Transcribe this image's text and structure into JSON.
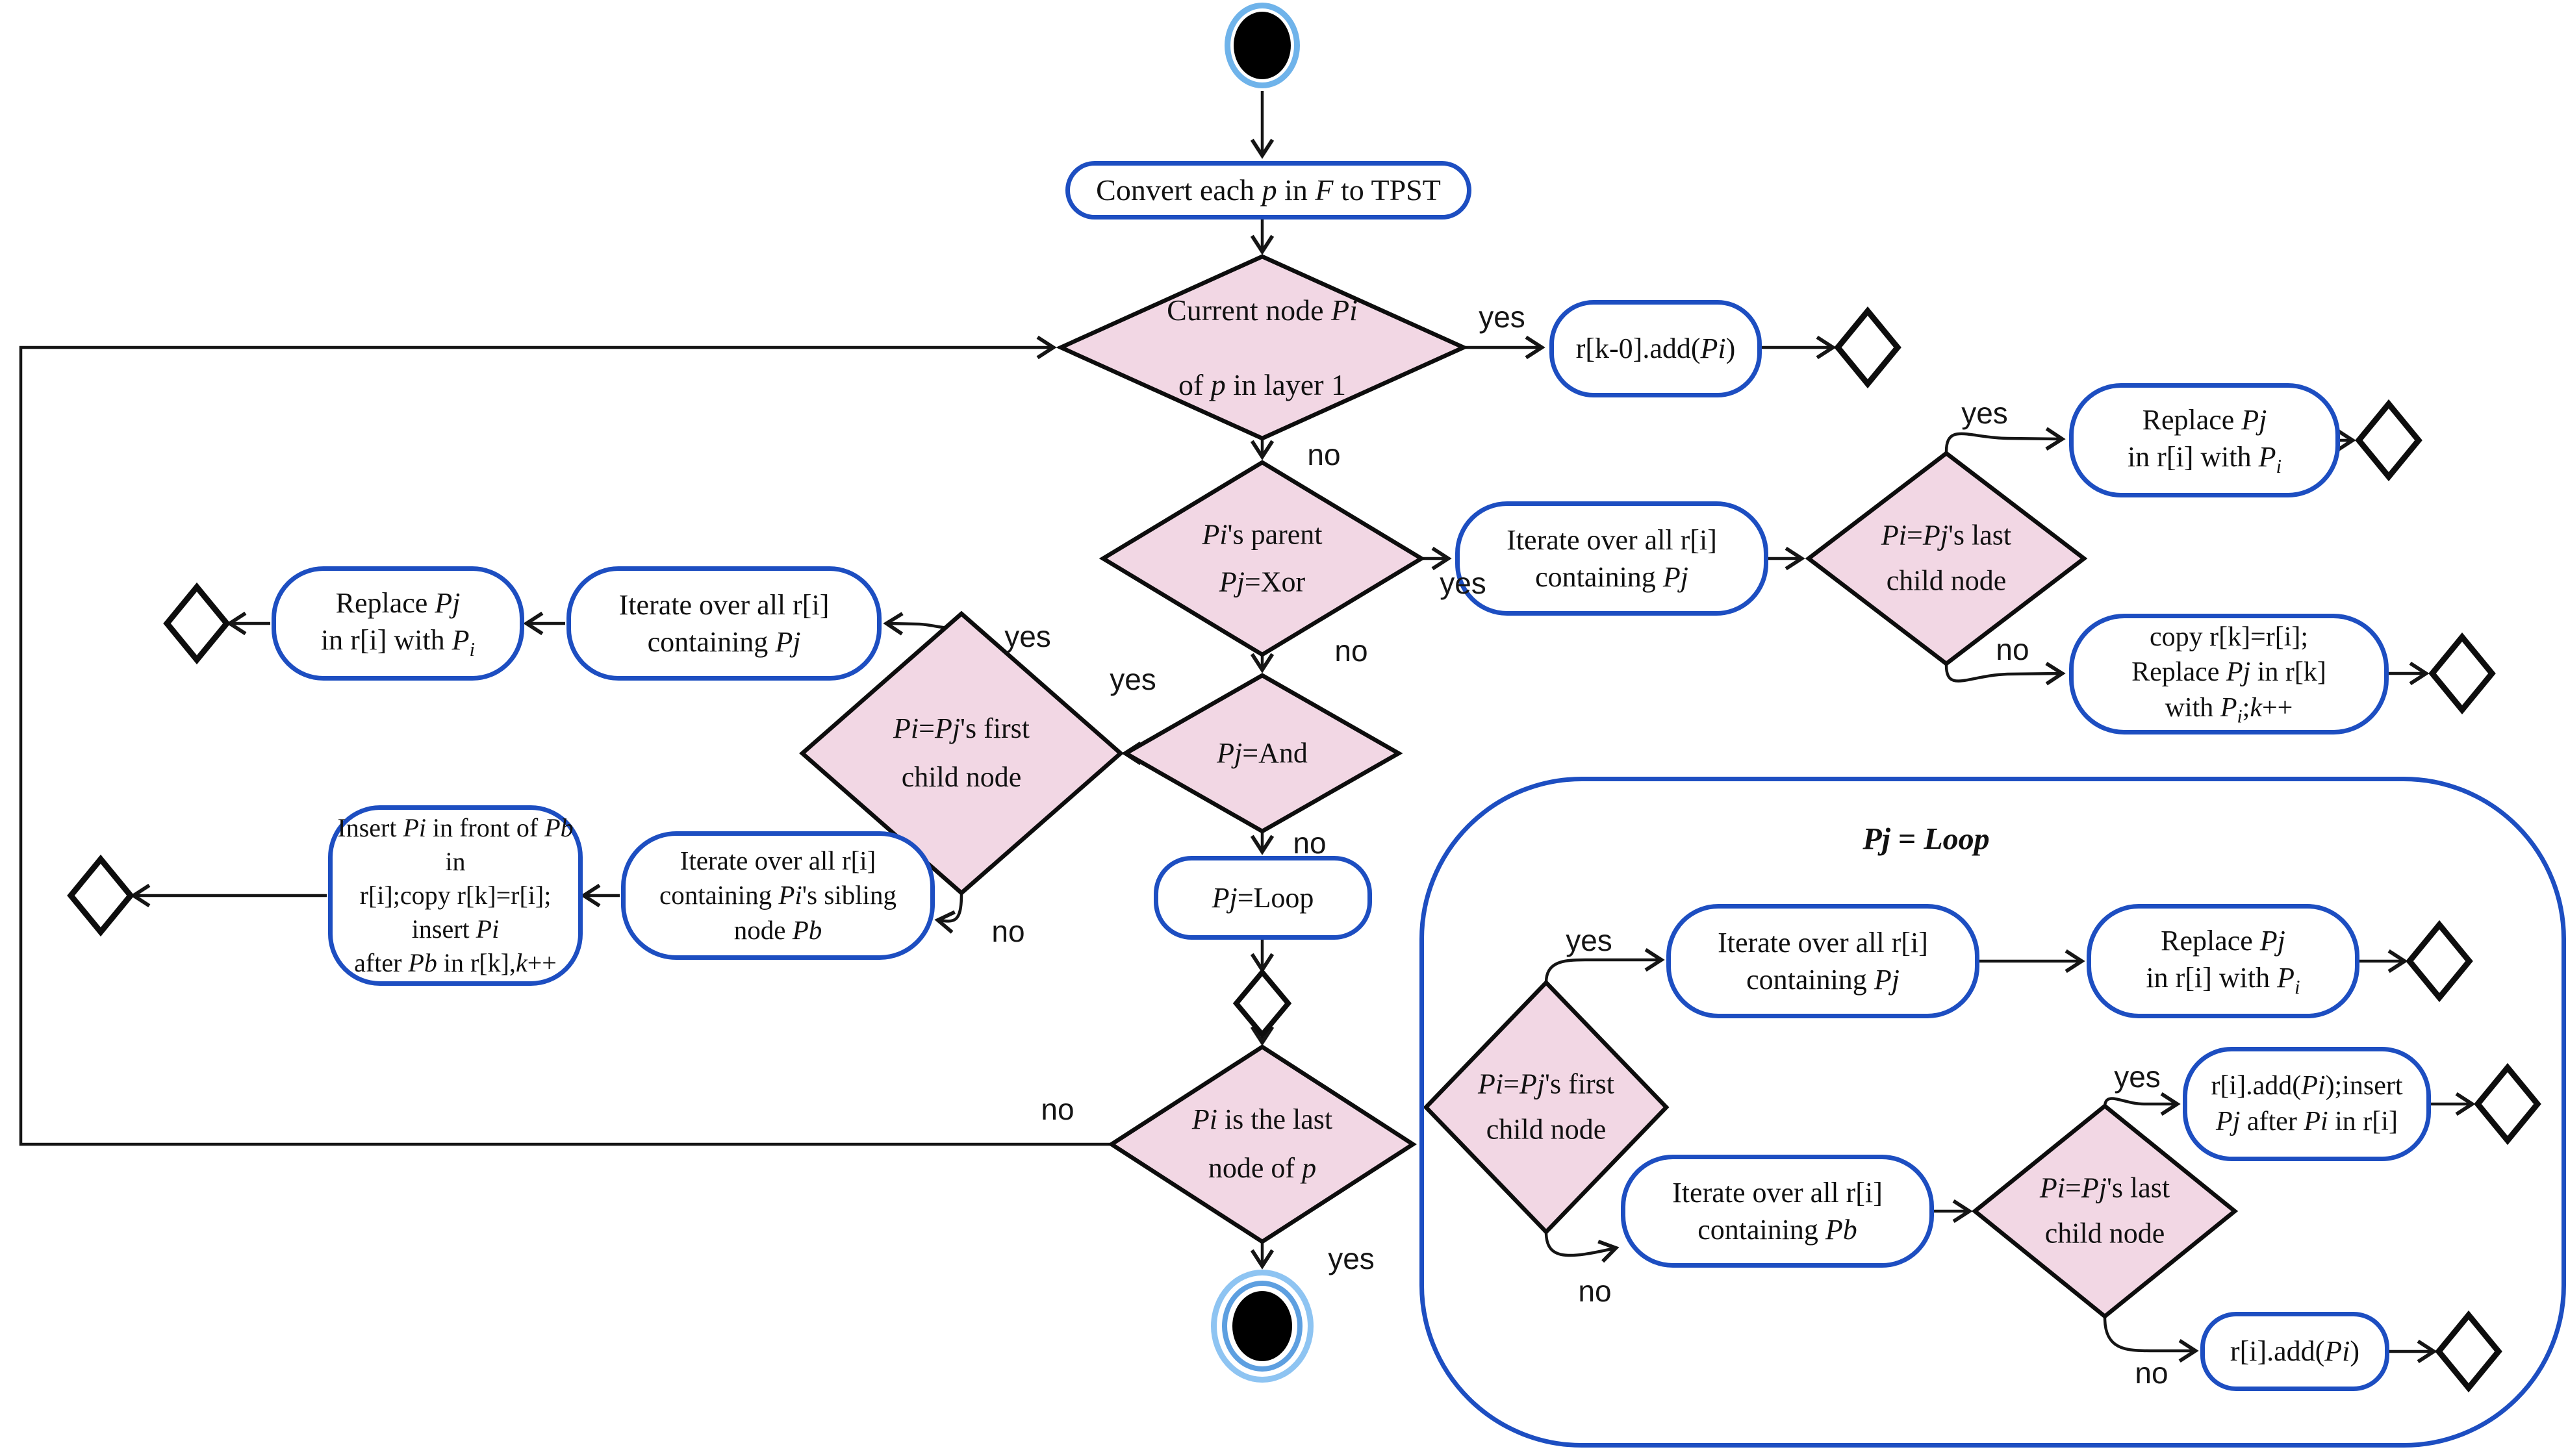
{
  "diagram": {
    "loop_region_title": "<b><i>Pj</i> = <i>Loop</i></b>"
  },
  "nodes": {
    "convert": [
      "Convert each <i>p</i> in <i>F</i> to TPST"
    ],
    "d_layer1": [
      "Current node <i>Pi</i>",
      "of <i>p</i> in layer 1"
    ],
    "rk0_add": [
      "r[k-0].add(<i>Pi</i>)"
    ],
    "d_parent_xor": [
      "<i>Pi</i>'s parent",
      "<i>Pj</i>=Xor"
    ],
    "iterate_pj_right": [
      "Iterate over all r[i]",
      "containing <i>Pj</i>"
    ],
    "d_last_child_right": [
      "<i>Pi</i>=<i>Pj</i>'s last",
      "child node"
    ],
    "replace_top_right": [
      "Replace <i>Pj</i>",
      "in r[i] with <i>P<sub>i</sub></i>"
    ],
    "copy_rk": [
      "copy r[k]=r[i];",
      "Replace <i>Pj</i> in r[k]",
      "with <i>P<sub>i</sub></i>;<i>k</i>++"
    ],
    "d_pj_and": [
      "<i>Pj</i>=And"
    ],
    "d_first_child_left": [
      "<i>Pi</i>=<i>Pj</i>'s first",
      "child node"
    ],
    "iterate_pj_left": [
      "Iterate over all r[i]",
      "containing <i>Pj</i>"
    ],
    "replace_left": [
      "Replace <i>Pj</i>",
      "in r[i] with <i>P<sub>i</sub></i>"
    ],
    "iterate_sibling": [
      "Iterate over all r[i]",
      "containing <i>Pi</i>'s sibling",
      "node <i>Pb</i>"
    ],
    "insert_pi": [
      "Insert <i>Pi</i> in front of <i>Pb</i> in",
      "r[i];copy r[k]=r[i]; insert <i>Pi</i>",
      "after <i>Pb</i> in r[k],<i>k</i>++"
    ],
    "pj_loop_action": [
      "<i>Pj</i>=Loop"
    ],
    "d_last_node": [
      "<i>Pi</i> is the last",
      "node of <i>p</i>"
    ],
    "d_first_child_loop": [
      "<i>Pi</i>=<i>Pj</i>'s first",
      "child node"
    ],
    "iterate_pj_loop": [
      "Iterate over all r[i]",
      "containing <i>Pj</i>"
    ],
    "replace_loop": [
      "Replace <i>Pj</i>",
      "in r[i] with <i>P<sub>i</sub></i>"
    ],
    "ri_add_insert": [
      "r[i].add(<i>Pi</i>);insert",
      "<i>Pj</i> after <i>Pi</i> in r[i]"
    ],
    "iterate_pb": [
      "Iterate over all r[i]",
      "containing <i>Pb</i>"
    ],
    "d_last_child_loop": [
      "<i>Pi</i>=<i>Pj</i>'s last",
      "child node"
    ],
    "ri_add": [
      "r[i].add(<i>Pi</i>)"
    ]
  },
  "edge_labels": {
    "d1_yes": "yes",
    "d1_no": "no",
    "d2_yes": "yes",
    "d2_no": "no",
    "d3_yes": "yes",
    "d3_no": "no",
    "d4_yes": "yes",
    "d4_no": "no",
    "d5_yes": "yes",
    "d5_no": "no",
    "d6_yes": "yes",
    "d6_no": "no",
    "d7_yes": "yes",
    "d7_no": "no",
    "d8_yes": "yes",
    "d8_no": "no"
  },
  "colors": {
    "action-border": "#1d4ec1",
    "container-border": "#1d4ec1",
    "decision-fill": "#f2d7e4",
    "start-ring": "#6fb3ea",
    "final-ring-inner": "#5d9fe0",
    "final-ring-outer": "#8ec4f2"
  }
}
